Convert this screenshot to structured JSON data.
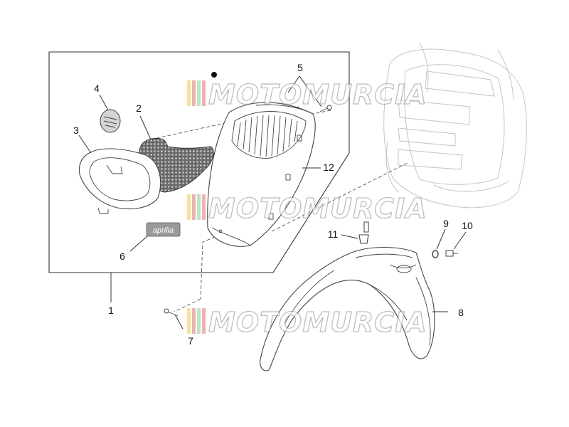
{
  "diagram": {
    "callouts": [
      "1",
      "2",
      "3",
      "4",
      "5",
      "6",
      "7",
      "8",
      "9",
      "10",
      "11",
      "12"
    ],
    "brand_badge_text": "aprilia",
    "watermark_text": "MOTOMURCIA",
    "watermark_stripe_colors": [
      "#f2d77a",
      "#e89a9a",
      "#a9dcae"
    ]
  }
}
